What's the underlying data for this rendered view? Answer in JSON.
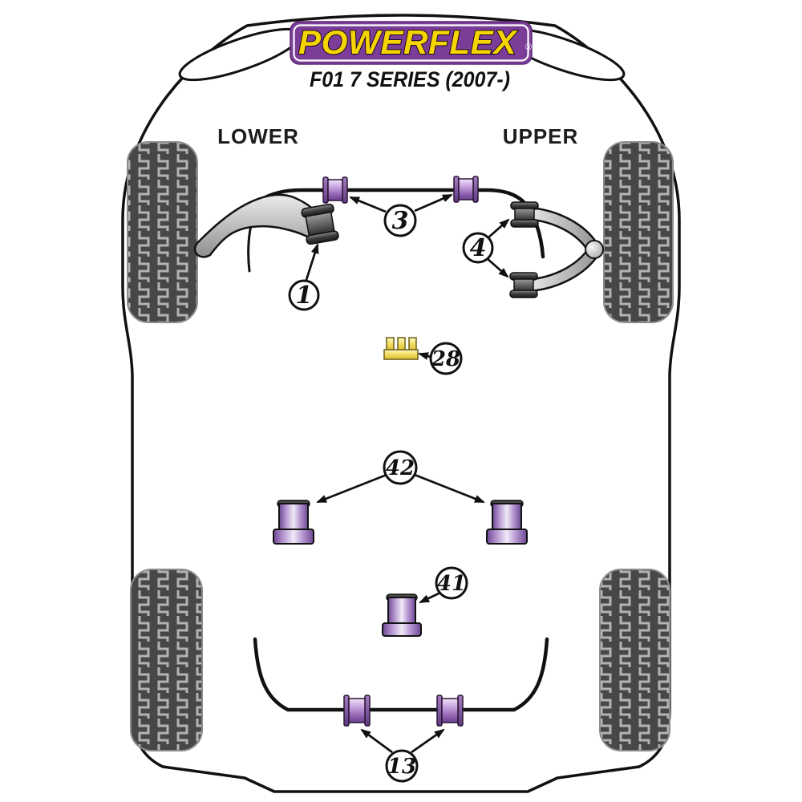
{
  "brand": {
    "logo_text": "POWERFLEX",
    "registered_mark": "®",
    "model_badge": "F01 7 SERIES (2007-)"
  },
  "section_labels": {
    "lower": "LOWER",
    "upper": "UPPER"
  },
  "callouts": {
    "n1": "1",
    "n3": "3",
    "n4": "4",
    "n28": "28",
    "n42": "42",
    "n41": "41",
    "n13": "13"
  },
  "colors": {
    "brand_purple": "#7b3d98",
    "logo_yellow": "#f5d400",
    "bush_purple": "#9a6fc0",
    "part_yellow": "#f3e065",
    "tire_dark": "#474747",
    "tread_light": "#b3b3b3",
    "line_black": "#111111"
  }
}
